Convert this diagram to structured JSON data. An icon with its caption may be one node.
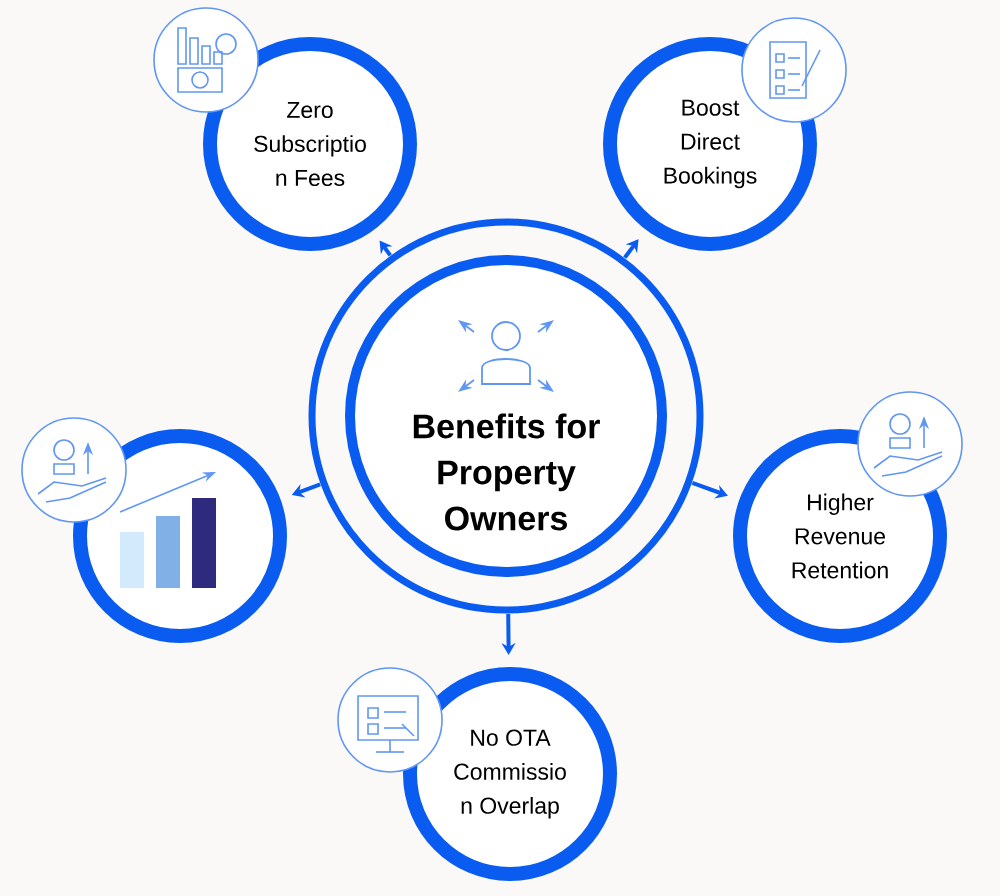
{
  "diagram": {
    "nodes": [
      {
        "text": [
          "Benefits for Property Owners"
        ]
      },
      {
        "text": [
          "Zero Subscriptio n Fees"
        ]
      },
      {
        "text": [
          "Boost Direct Bookings"
        ]
      },
      {
        "text": [],
        "shape": "circle"
      },
      {
        "text": [
          "Higher Revenue Retention"
        ]
      },
      {
        "text": [
          "No OTA Commissio n Overlap"
        ]
      }
    ],
    "edges": [
      {
        "from": 0,
        "to": 1,
        "arrow": "to"
      },
      {
        "from": 0,
        "to": 2,
        "arrow": "to"
      },
      {
        "from": 0,
        "to": 3,
        "arrow": "to"
      },
      {
        "from": 0,
        "to": 4,
        "arrow": "to"
      },
      {
        "from": 0,
        "to": 5,
        "arrow": "to"
      }
    ]
  }
}
